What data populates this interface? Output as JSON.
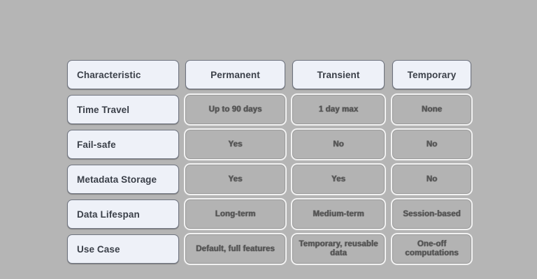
{
  "background_color": "#b5b5b5",
  "header_cell_color": "#eef1f8",
  "data_cell_color": "#b3b3b3",
  "text_color": "#3b4049",
  "table": {
    "columns": [
      "Characteristic",
      "Permanent",
      "Transient",
      "Temporary"
    ],
    "rows": [
      {
        "label": "Time Travel",
        "values": [
          "Up to 90 days",
          "1 day max",
          "None"
        ]
      },
      {
        "label": "Fail-safe",
        "values": [
          "Yes",
          "No",
          "No"
        ]
      },
      {
        "label": "Metadata Storage",
        "values": [
          "Yes",
          "Yes",
          "No"
        ]
      },
      {
        "label": "Data Lifespan",
        "values": [
          "Long-term",
          "Medium-term",
          "Session-based"
        ]
      },
      {
        "label": "Use Case",
        "values": [
          "Default, full features",
          "Temporary, reusable data",
          "One-off computations"
        ]
      }
    ]
  }
}
